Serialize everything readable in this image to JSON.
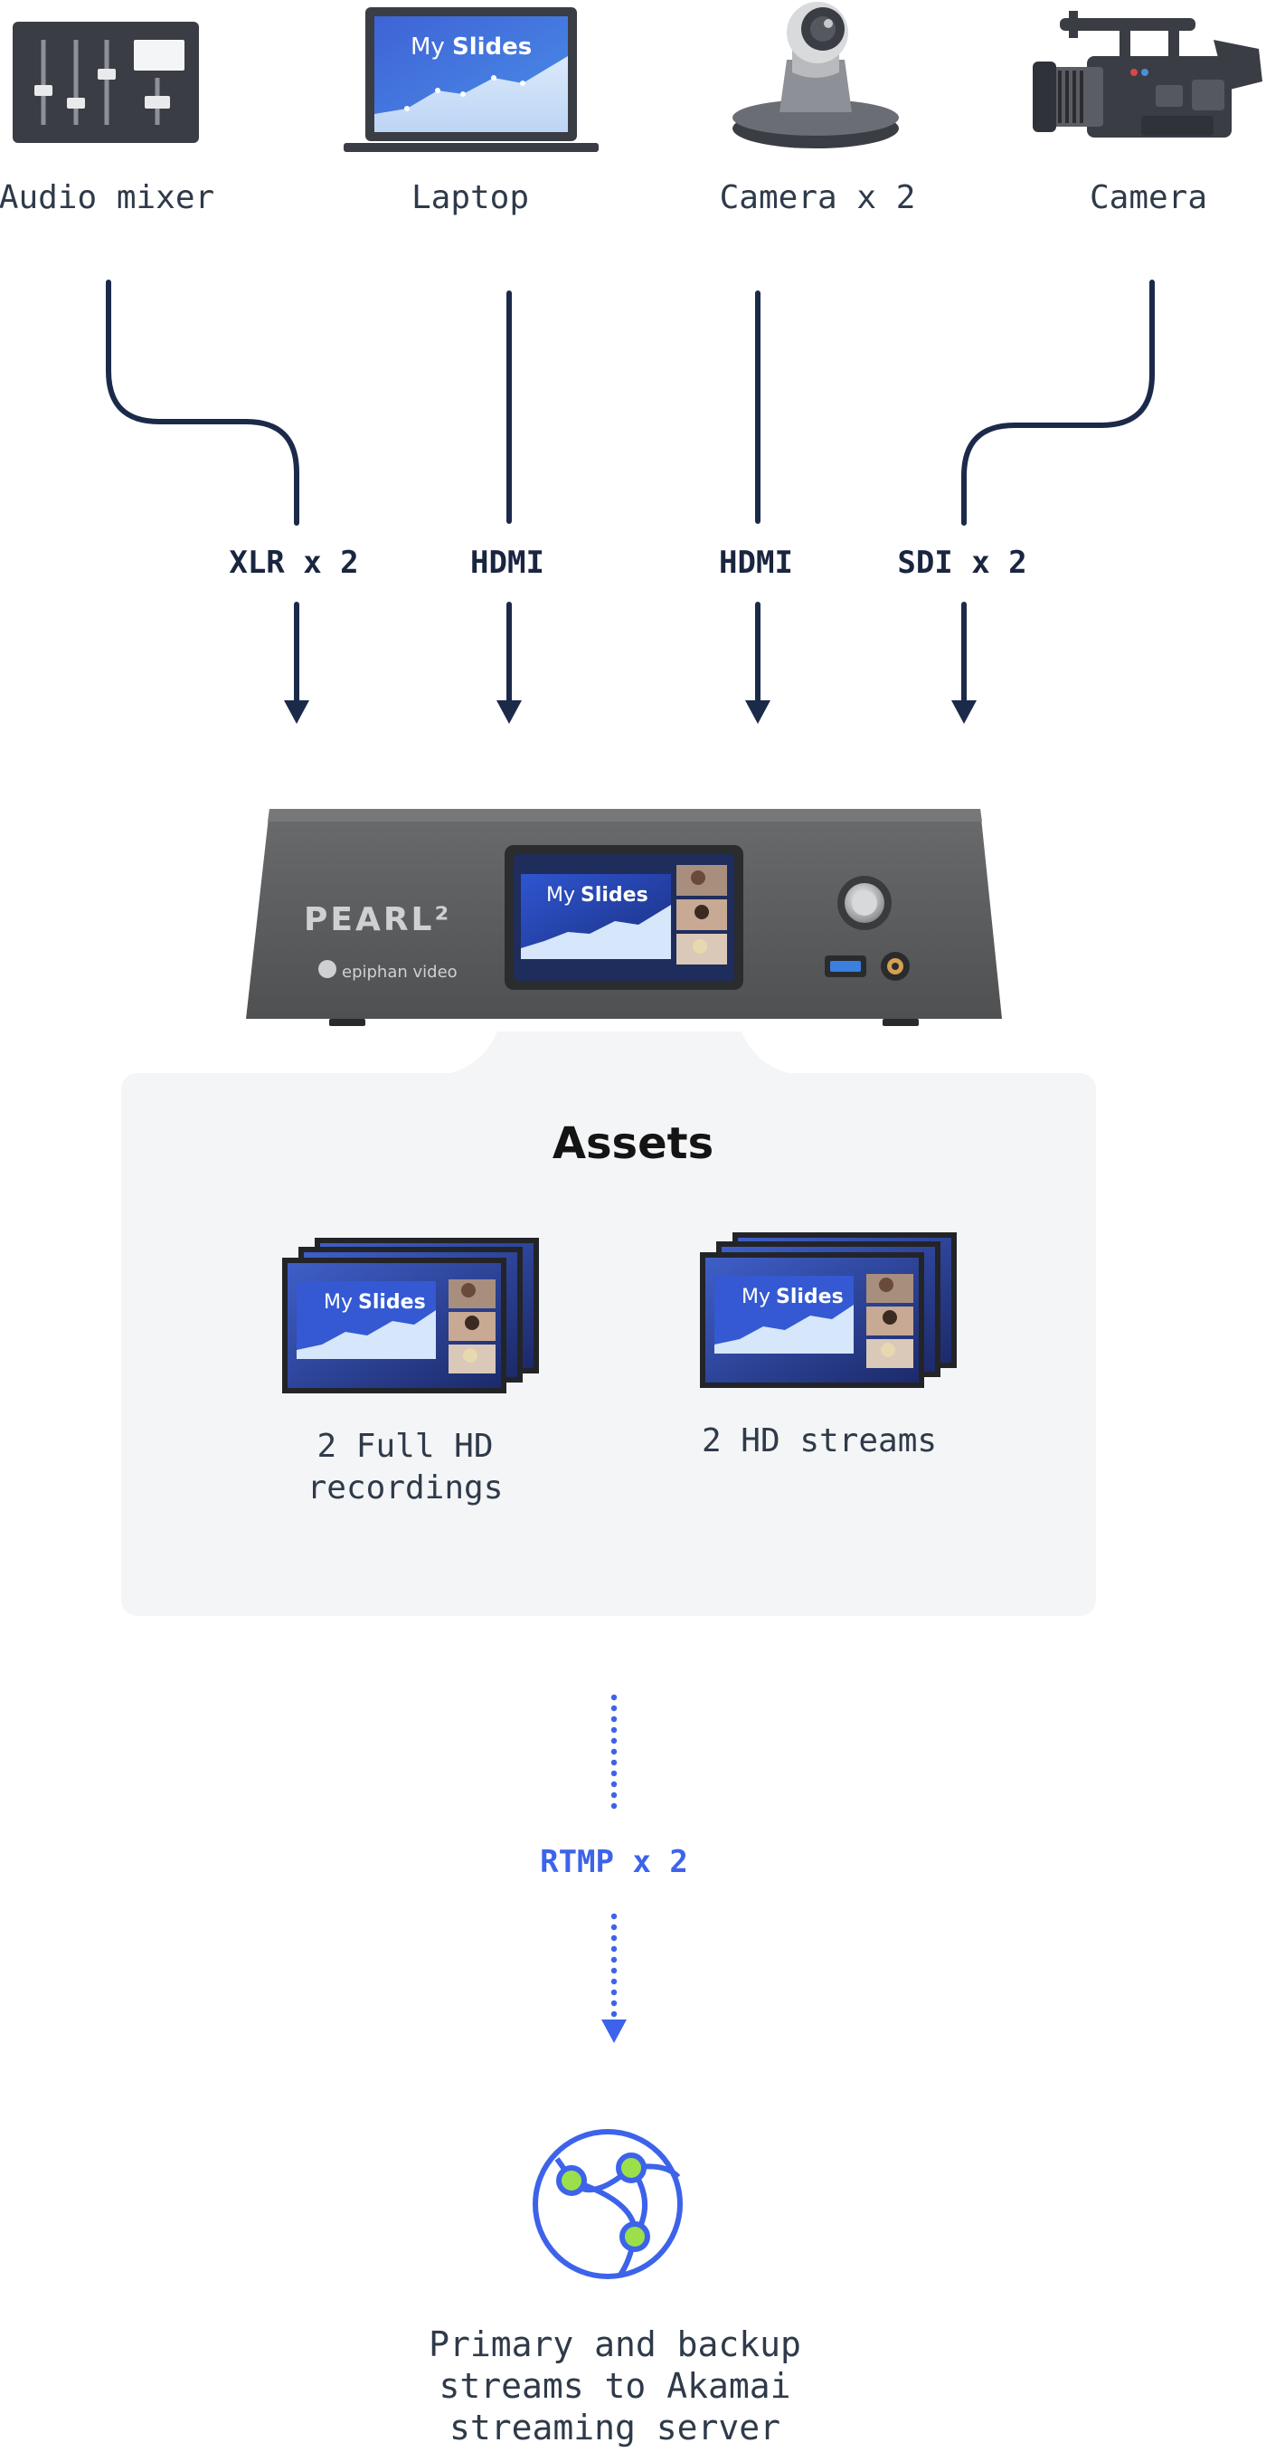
{
  "sources": [
    {
      "label": "Audio mixer",
      "icon": "audio-mixer-icon"
    },
    {
      "label": "Laptop",
      "icon": "laptop-icon"
    },
    {
      "label": "Camera x 2",
      "icon": "ptz-camera-icon"
    },
    {
      "label": "Camera",
      "icon": "camcorder-icon"
    }
  ],
  "laptop_screen_text": {
    "my": "My",
    "slides": "Slides"
  },
  "connections": [
    "XLR x 2",
    "HDMI",
    "HDMI",
    "SDI x 2"
  ],
  "device": {
    "brand": "PEARL²",
    "maker": "epiphan video",
    "screen_text": {
      "my": "My",
      "slides": "Slides"
    }
  },
  "assets": {
    "title": "Assets",
    "items": [
      {
        "label": "2 Full HD\nrecordings",
        "screen_text": {
          "my": "My",
          "slides": "Slides"
        }
      },
      {
        "label": "2 HD streams",
        "screen_text": {
          "my": "My",
          "slides": "Slides"
        }
      }
    ]
  },
  "output": {
    "label": "RTMP x 2"
  },
  "destination": {
    "label": "Primary and backup\nstreams to Akamai\nstreaming server",
    "icon": "globe-network-icon"
  },
  "colors": {
    "line": "#1c2a4a",
    "accent": "#3d63ea",
    "node": "#9be04a",
    "device": "#58595b",
    "panel": "#f4f5f7"
  }
}
